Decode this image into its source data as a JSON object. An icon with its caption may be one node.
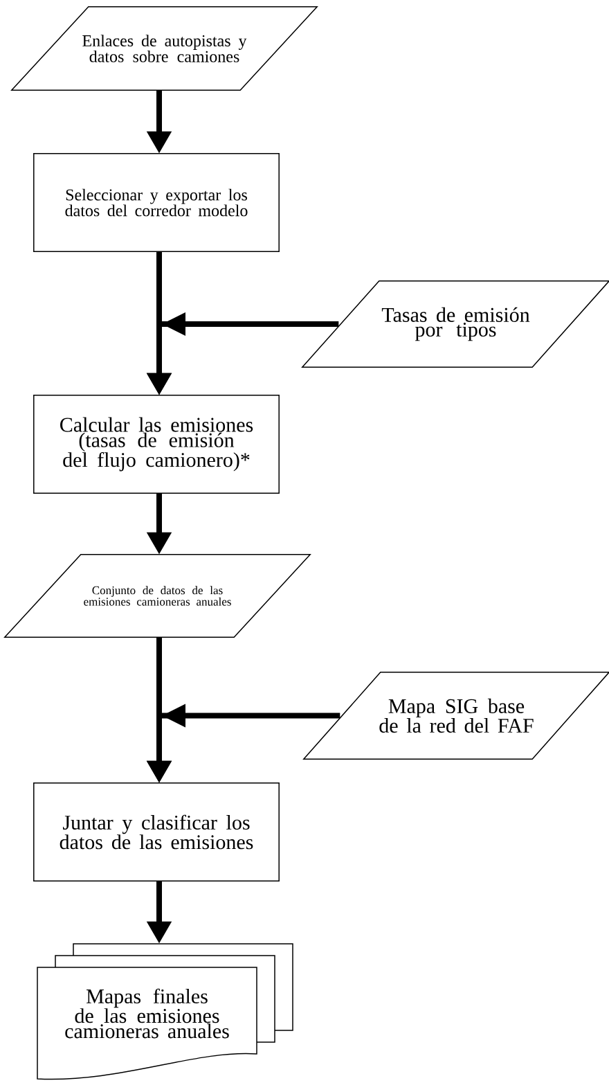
{
  "diagram": {
    "nodes": [
      {
        "text": [
          "Enlaces de autopistas y datos sobre camiones"
        ]
      },
      {
        "text": [
          "Seleccionar y exportar los datos del corredor modelo"
        ]
      },
      {
        "text": [
          "Tasas de emisión por tipos"
        ]
      },
      {
        "text": [
          "Calcular las emisiones (tasas de emisión del flujo camionero)*"
        ]
      },
      {
        "text": [
          "Conjunto de datos de las emisiones camioneras anuales"
        ]
      },
      {
        "text": [
          "Mapa SIG base de la red del FAF"
        ]
      },
      {
        "text": [
          "Juntar y clasificar los datos de las emisiones"
        ]
      },
      {
        "text": [
          "Mapas finales de las emisiones camioneras anuales"
        ]
      }
    ],
    "edges": [
      {
        "from": 0,
        "to": 1,
        "arrow": "to"
      },
      {
        "from": 1,
        "to": 3,
        "arrow": "to"
      },
      {
        "from": 2,
        "to": 3,
        "arrow": "to"
      },
      {
        "from": 3,
        "to": 4,
        "arrow": "to"
      },
      {
        "from": 4,
        "to": 6,
        "arrow": "to"
      },
      {
        "from": 5,
        "to": 6,
        "arrow": "to"
      },
      {
        "from": 6,
        "to": 7,
        "arrow": "to"
      }
    ]
  }
}
